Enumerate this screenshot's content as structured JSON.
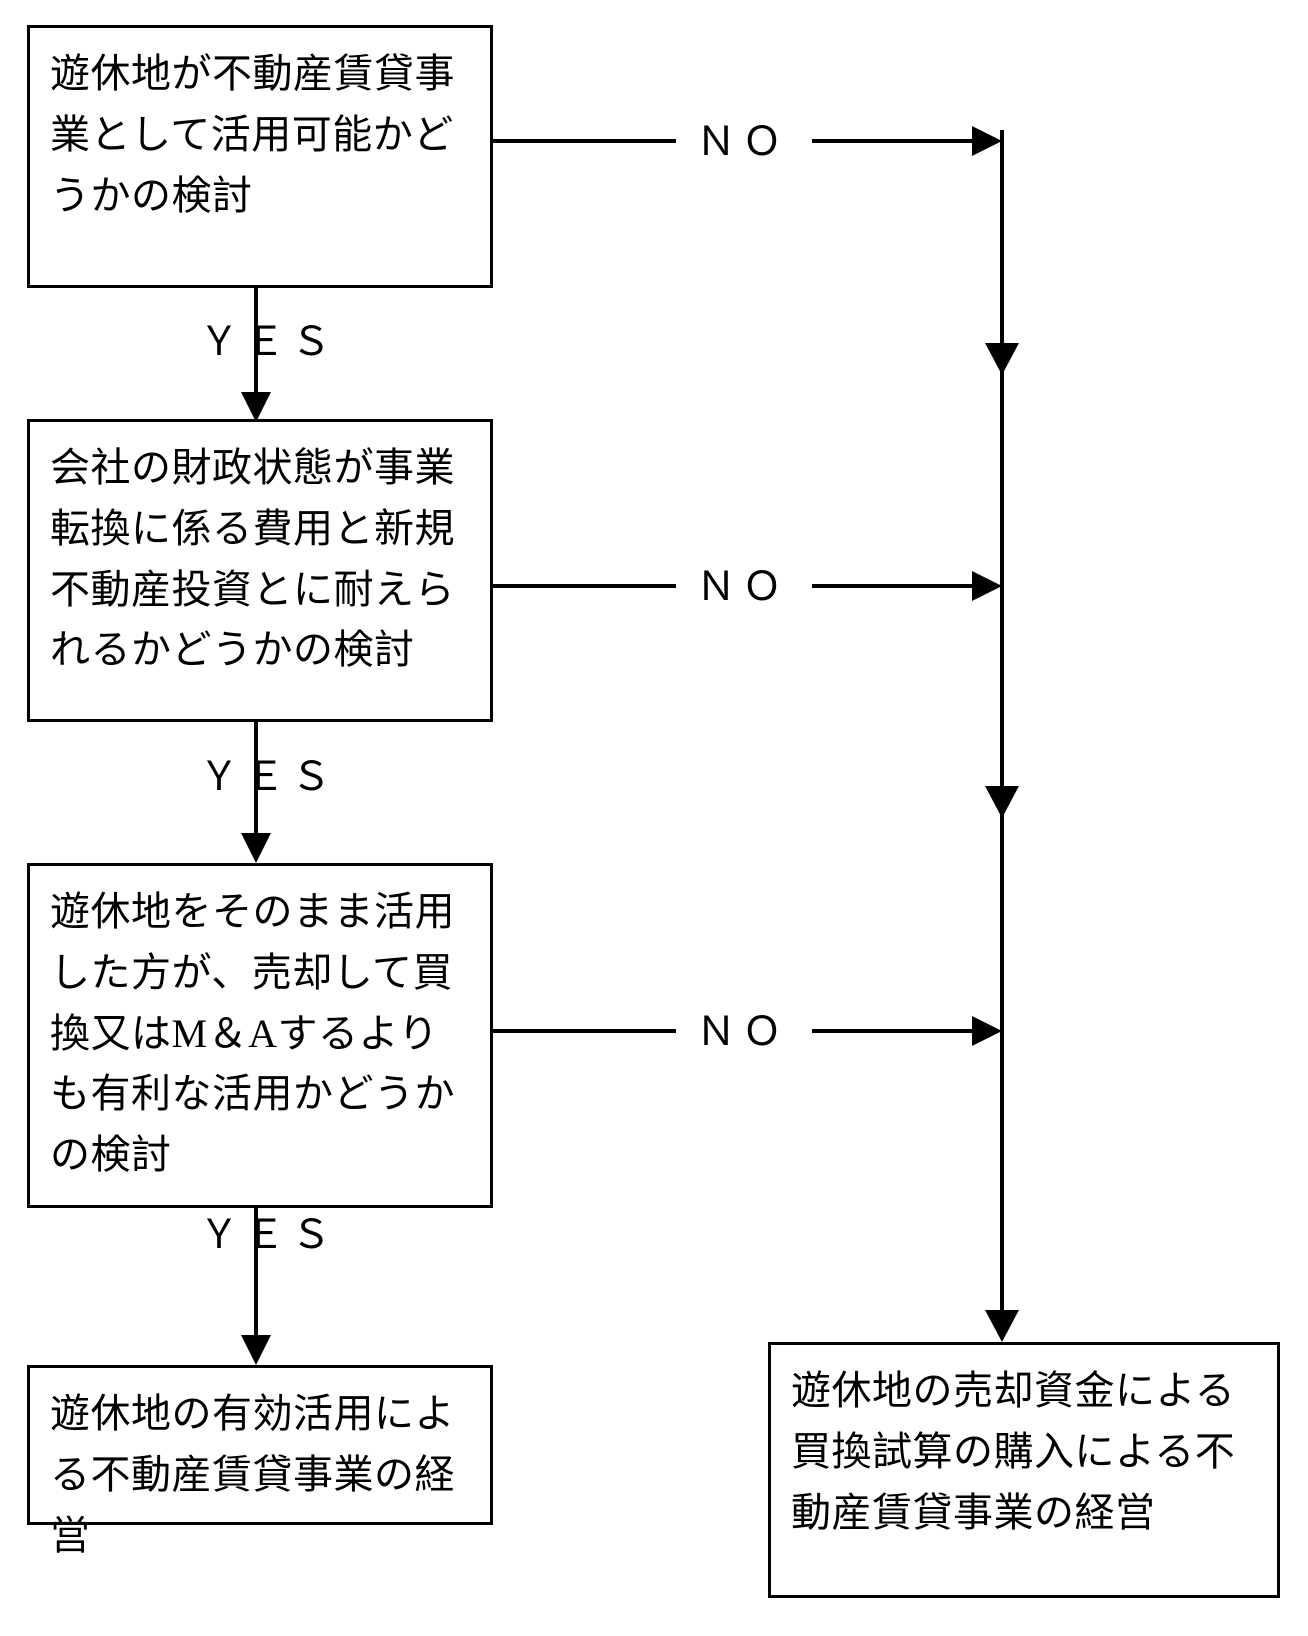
{
  "diagram": {
    "title": "遊休地活用の意思決定フローチャート",
    "type": "flowchart",
    "background_color": "#ffffff",
    "line_color": "#000000",
    "text_color": "#000000"
  },
  "nodes": [
    {
      "id": "decision-1",
      "text": "遊休地が不動産賃貸事業として活用可能かどうかの検討"
    },
    {
      "id": "decision-2",
      "text": "会社の財政状態が事業転換に係る費用と新規不動産投資とに耐えられるかどうかの検討"
    },
    {
      "id": "decision-3",
      "text": "遊休地をそのまま活用した方が、売却して買換又はM＆Aするよりも有利な活用かどうかの検討"
    },
    {
      "id": "outcome-left",
      "text": "遊休地の有効活用による不動産賃貸事業の経営"
    },
    {
      "id": "outcome-right",
      "text": "遊休地の売却資金による買換試算の購入による不動産賃貸事業の経営"
    }
  ],
  "edge_labels": {
    "yes_1": "ＹＥＳ",
    "yes_2": "ＹＥＳ",
    "yes_3": "ＹＥＳ",
    "no_1": "ＮＯ",
    "no_2": "ＮＯ",
    "no_3": "ＮＯ"
  }
}
